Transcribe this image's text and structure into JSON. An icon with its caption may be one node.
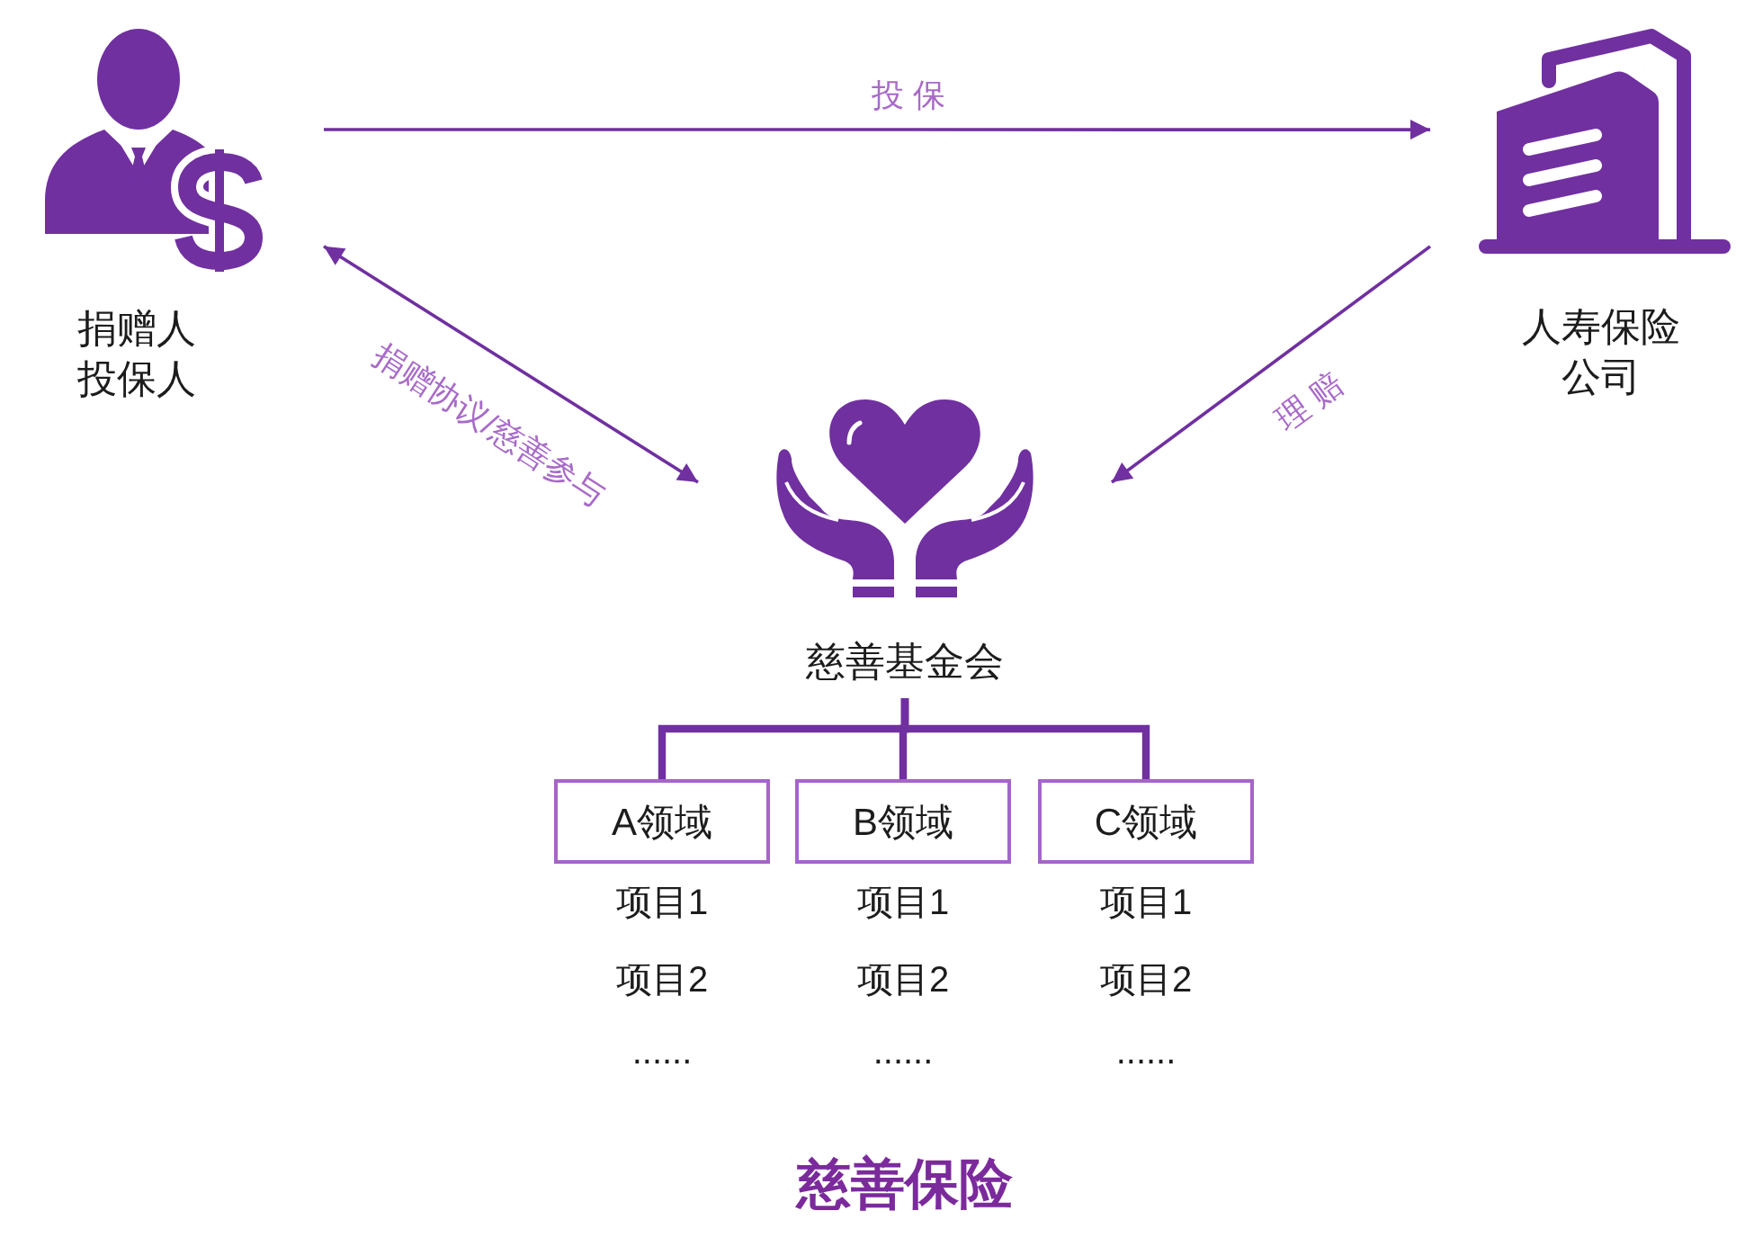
{
  "diagram": {
    "caption": "慈善保险",
    "nodes": [
      {
        "text": [
          "捐赠人",
          "投保人"
        ]
      },
      {
        "text": [
          "人寿保险公司"
        ]
      },
      {
        "text": [
          "慈善基金会"
        ]
      },
      {
        "text": [
          "A领域"
        ],
        "beside": [
          "项目1",
          "项目2",
          "......"
        ]
      },
      {
        "text": [
          "B领域"
        ],
        "beside": [
          "项目1",
          "项目2",
          "......"
        ]
      },
      {
        "text": [
          "C领域"
        ],
        "beside": [
          "项目1",
          "项目2",
          "......"
        ]
      }
    ],
    "edges": [
      {
        "from": 0,
        "to": 1,
        "arrow": "to",
        "label": "投 保"
      },
      {
        "from": 0,
        "to": 2,
        "arrow": "both",
        "label": "捐赠协议/慈善参与"
      },
      {
        "from": 1,
        "to": 2,
        "arrow": "to",
        "label": "理 赔"
      },
      {
        "from": 2,
        "to": 3,
        "arrow": "none",
        "style": "thick"
      },
      {
        "from": 2,
        "to": 4,
        "arrow": "none",
        "style": "thick"
      },
      {
        "from": 2,
        "to": 5,
        "arrow": "none",
        "style": "thick"
      }
    ]
  }
}
